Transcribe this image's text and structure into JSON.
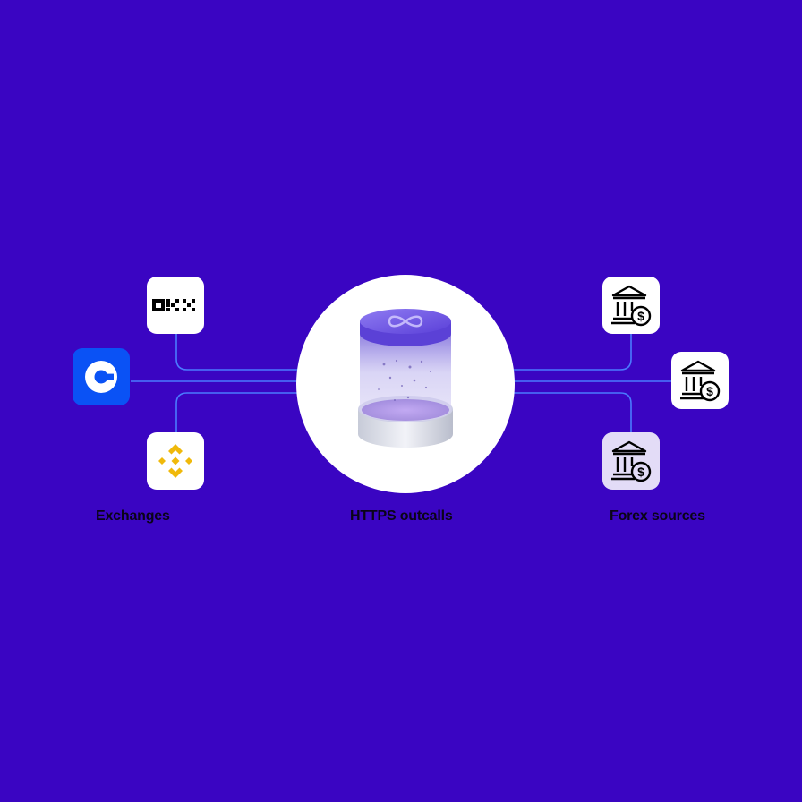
{
  "groups": {
    "left": {
      "label": "Exchanges",
      "items": [
        {
          "name": "okx",
          "icon": "okx-logo-icon",
          "text": "OKX"
        },
        {
          "name": "coinbase",
          "icon": "coinbase-logo-icon"
        },
        {
          "name": "binance",
          "icon": "binance-logo-icon"
        }
      ]
    },
    "center": {
      "label": "HTTPS outcalls",
      "icon": "internet-computer-canister-icon"
    },
    "right": {
      "label": "Forex sources",
      "items": [
        {
          "name": "forex-source-1",
          "icon": "bank-dollar-icon"
        },
        {
          "name": "forex-source-2",
          "icon": "bank-dollar-icon"
        },
        {
          "name": "forex-source-3",
          "icon": "bank-dollar-icon"
        }
      ]
    }
  },
  "colors": {
    "background": "#3a05c2",
    "connector": "#4a7bff",
    "coinbase": "#0a52f5",
    "binance": "#f0b90b",
    "label": "#0a0418"
  }
}
